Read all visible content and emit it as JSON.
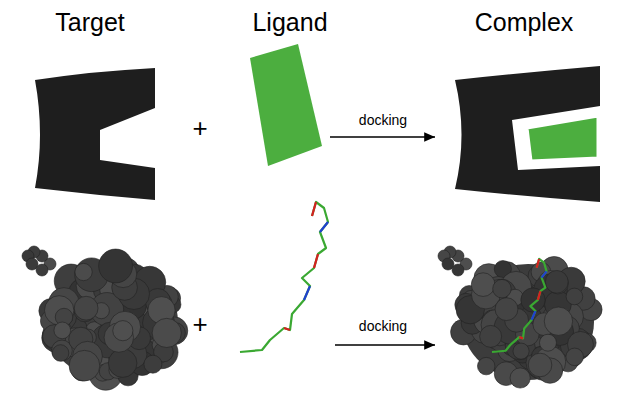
{
  "diagram": {
    "labels": [
      "Target",
      "Ligand",
      "Complex",
      "+",
      "docking",
      "+",
      "docking"
    ]
  }
}
